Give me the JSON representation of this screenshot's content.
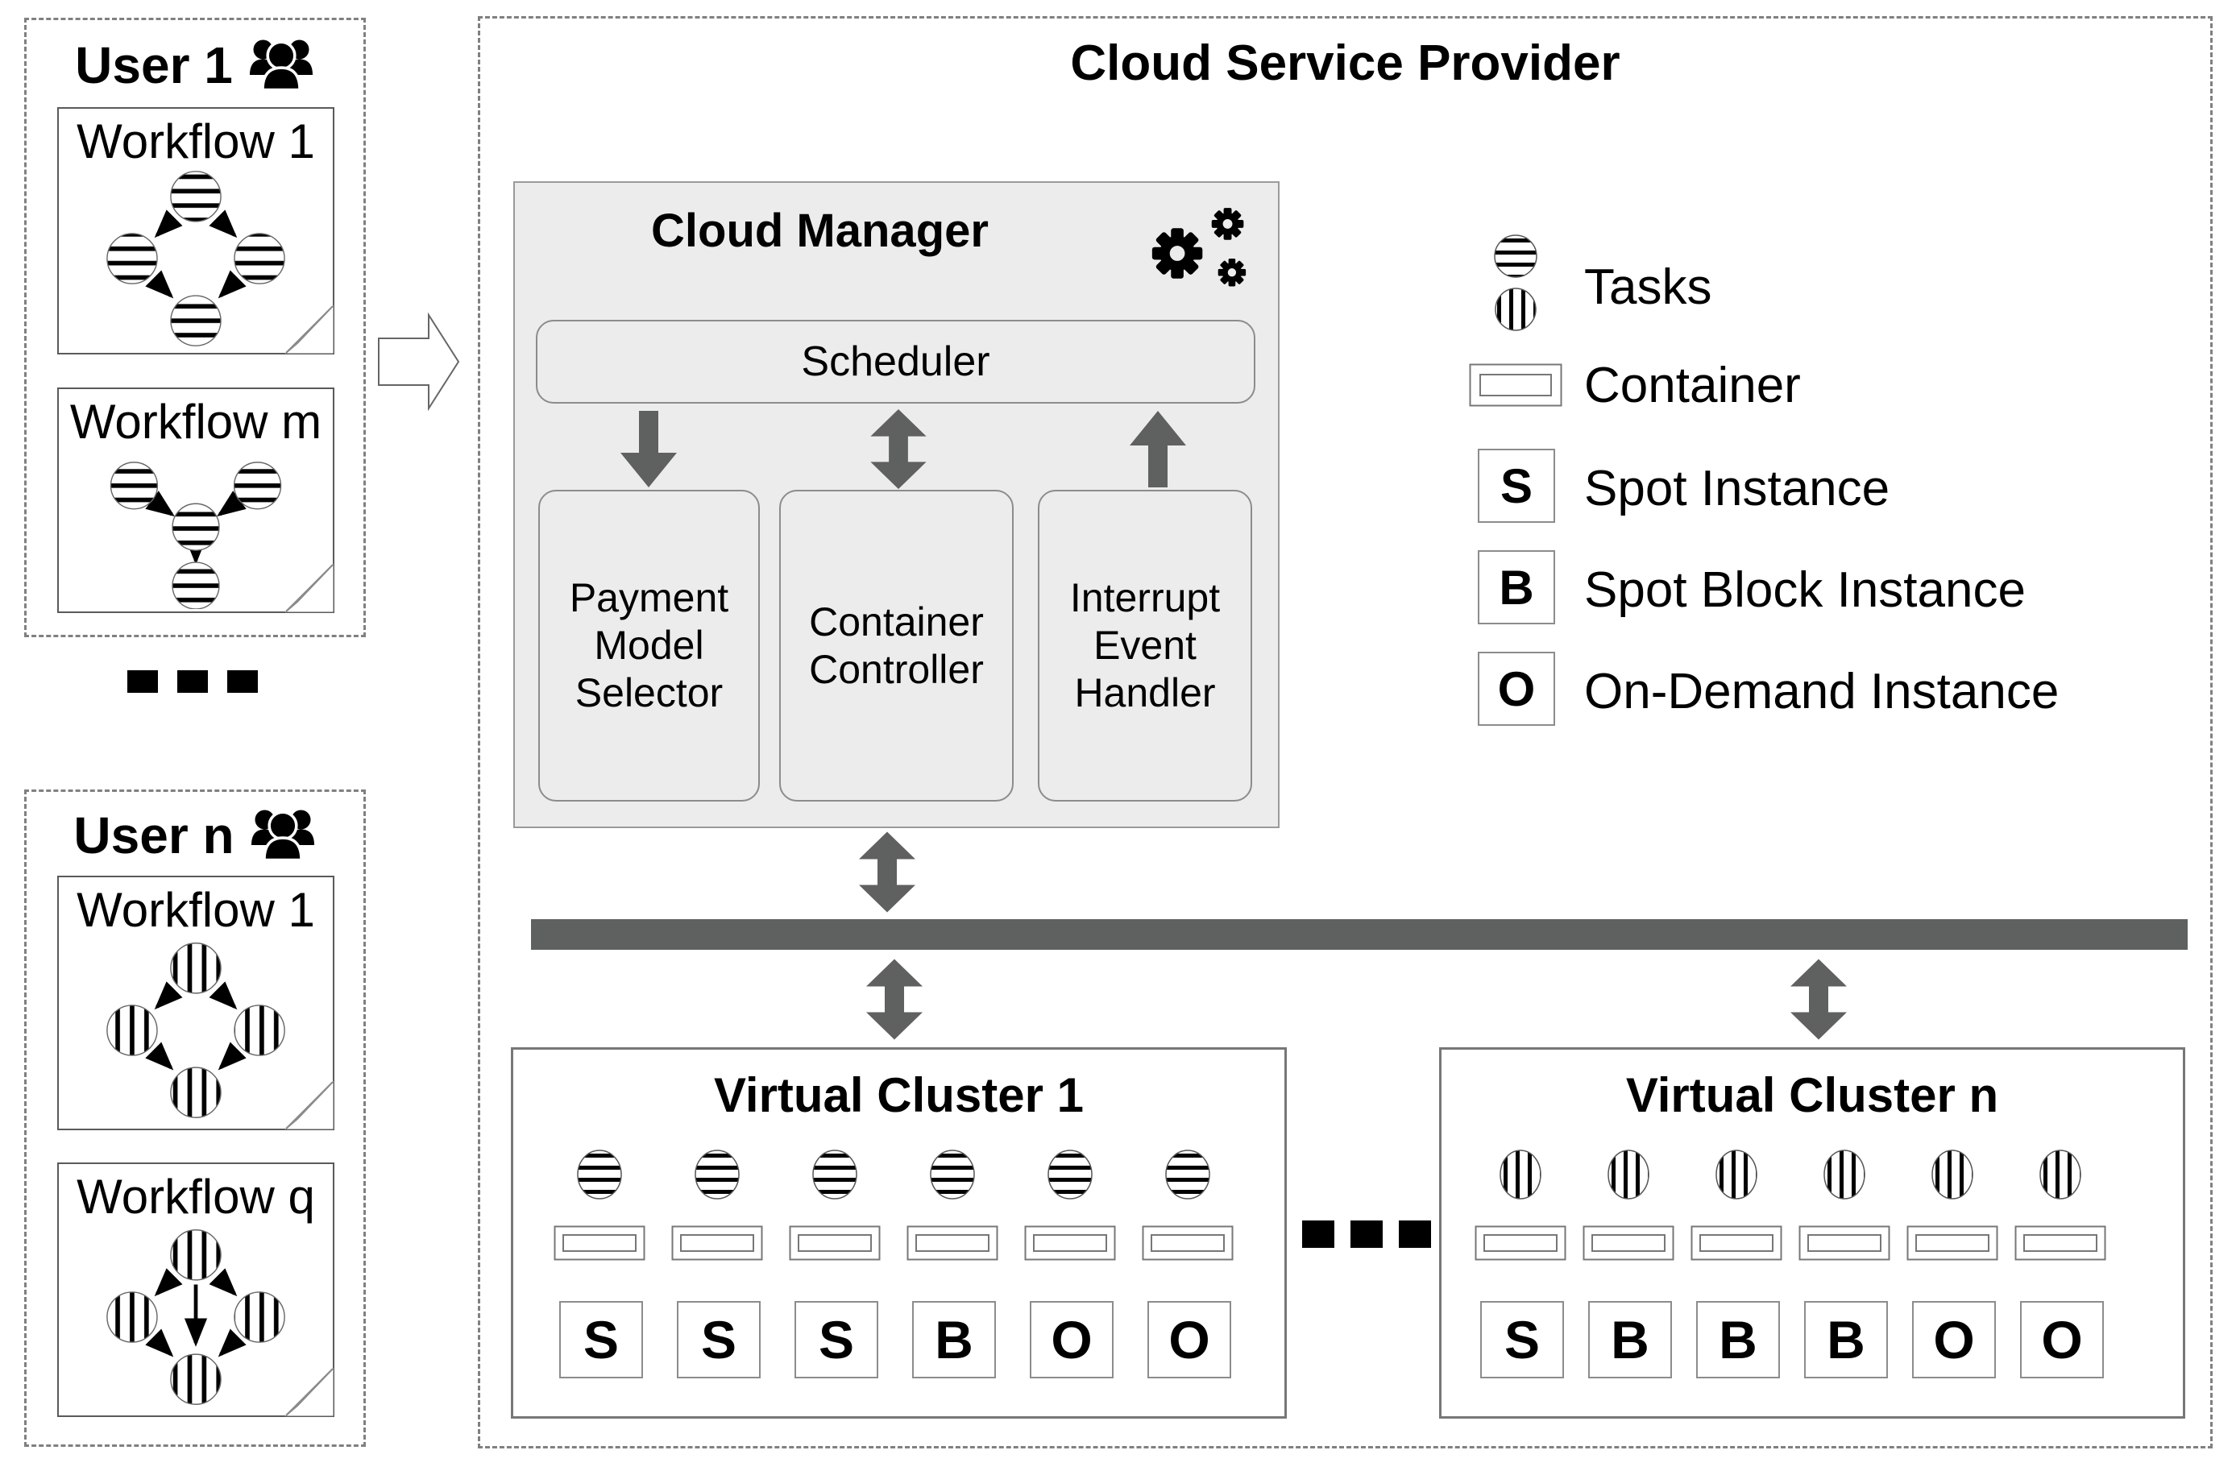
{
  "users": [
    {
      "title": "User 1",
      "icon": "users-group-icon",
      "workflows": [
        {
          "title": "Workflow 1",
          "dag": "diamond",
          "task_stripes": "horizontal"
        },
        {
          "title": "Workflow m",
          "dag": "merge",
          "task_stripes": "horizontal"
        }
      ]
    },
    {
      "title": "User n",
      "icon": "users-group-icon",
      "workflows": [
        {
          "title": "Workflow 1",
          "dag": "diamond",
          "task_stripes": "vertical"
        },
        {
          "title": "Workflow q",
          "dag": "diamond-cross",
          "task_stripes": "vertical"
        }
      ]
    }
  ],
  "csp": {
    "title": "Cloud Service Provider",
    "cloud_manager": {
      "title": "Cloud Manager",
      "icon": "gears-icon",
      "scheduler_label": "Scheduler",
      "modules": [
        "Payment Model Selector",
        "Container Controller",
        "Interrupt Event Handler"
      ]
    },
    "legend": {
      "items": [
        {
          "label": "Tasks",
          "icon": "tasks-icon"
        },
        {
          "label": "Container",
          "icon": "container-icon"
        },
        {
          "label": "Spot Instance",
          "symbol": "S"
        },
        {
          "label": "Spot Block Instance",
          "symbol": "B"
        },
        {
          "label": "On-Demand Instance",
          "symbol": "O"
        }
      ]
    },
    "clusters": [
      {
        "title": "Virtual Cluster 1",
        "task_stripes": "horizontal",
        "instances": [
          "S",
          "S",
          "S",
          "B",
          "O",
          "O"
        ]
      },
      {
        "title": "Virtual Cluster n",
        "task_stripes": "vertical",
        "instances": [
          "S",
          "B",
          "B",
          "B",
          "O",
          "O"
        ]
      }
    ]
  },
  "colors": {
    "arrow_gray": "#5f6060",
    "panel_gray": "#ececec",
    "border_gray": "#808080"
  }
}
